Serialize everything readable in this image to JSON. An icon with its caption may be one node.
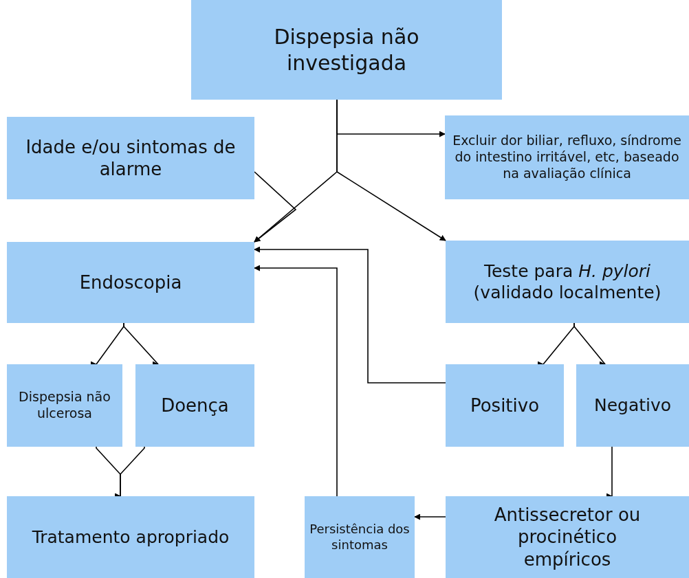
{
  "diagram": {
    "nodes": [
      {
        "text": [
          "Dispepsia não investigada"
        ]
      },
      {
        "text": [
          "Idade e/ou sintomas de alarme"
        ]
      },
      {
        "text": [
          "Excluir dor biliar, refluxo, síndrome do intestino irritável, etc, baseado na avaliação clínica"
        ]
      },
      {
        "text": [
          "Endoscopia"
        ]
      },
      {
        "text": [
          "Teste para *H. pylori* (validado localmente)"
        ]
      },
      {
        "text": [
          "Dispepsia não ulcerosa"
        ]
      },
      {
        "text": [
          "Doença"
        ]
      },
      {
        "text": [
          "Positivo"
        ]
      },
      {
        "text": [
          "Negativo"
        ]
      },
      {
        "text": [
          "Tratamento apropriado"
        ]
      },
      {
        "text": [
          "Persistência dos sintomas"
        ]
      },
      {
        "text": [
          "Antissecretor ou procinético empíricos"
        ]
      }
    ],
    "edges": [
      {
        "from": 0,
        "to": 2,
        "arrow": "to"
      },
      {
        "from": 0,
        "to": 3,
        "arrow": "to"
      },
      {
        "from": 0,
        "to": 4,
        "arrow": "to"
      },
      {
        "from": 1,
        "to": 3,
        "arrow": "to"
      },
      {
        "from": 3,
        "to": 5,
        "arrow": "to"
      },
      {
        "from": 3,
        "to": 6,
        "arrow": "to"
      },
      {
        "from": 4,
        "to": 7,
        "arrow": "to"
      },
      {
        "from": 4,
        "to": 8,
        "arrow": "to"
      },
      {
        "from": 5,
        "to": 9,
        "arrow": "to"
      },
      {
        "from": 6,
        "to": 9,
        "arrow": "to"
      },
      {
        "from": 8,
        "to": 11,
        "arrow": "to"
      },
      {
        "from": 11,
        "to": 10,
        "arrow": "to"
      },
      {
        "from": 7,
        "to": 3,
        "arrow": "to"
      },
      {
        "from": 10,
        "to": 3,
        "arrow": "to"
      }
    ]
  }
}
